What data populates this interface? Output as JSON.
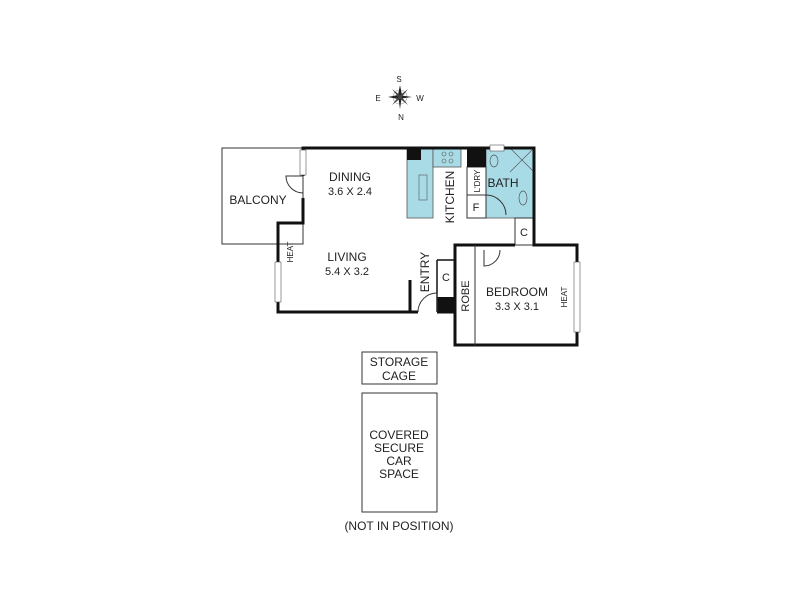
{
  "compass": {
    "north": "N",
    "south": "S",
    "east": "E",
    "west": "W"
  },
  "rooms": {
    "balcony": "BALCONY",
    "dining": {
      "name": "DINING",
      "size": "3.6 X 2.4"
    },
    "living": {
      "name": "LIVING",
      "size": "5.4 X 3.2"
    },
    "kitchen": "KITCHEN",
    "laundry": "L'DRY",
    "fridge": "F",
    "bath": "BATH",
    "cupboard": "C",
    "entry": "ENTRY",
    "entry_cupboard": "C",
    "robe": "ROBE",
    "bedroom": {
      "name": "BEDROOM",
      "size": "3.3 X 3.1"
    },
    "heat_living": "HEAT",
    "heat_bedroom": "HEAT"
  },
  "storage": {
    "line1": "STORAGE",
    "line2": "CAGE"
  },
  "car_space": {
    "line1": "COVERED",
    "line2": "SECURE",
    "line3": "CAR",
    "line4": "SPACE"
  },
  "note": "(NOT IN POSITION)",
  "colors": {
    "wet_area": "#a9dbe6",
    "wall": "#111111"
  }
}
